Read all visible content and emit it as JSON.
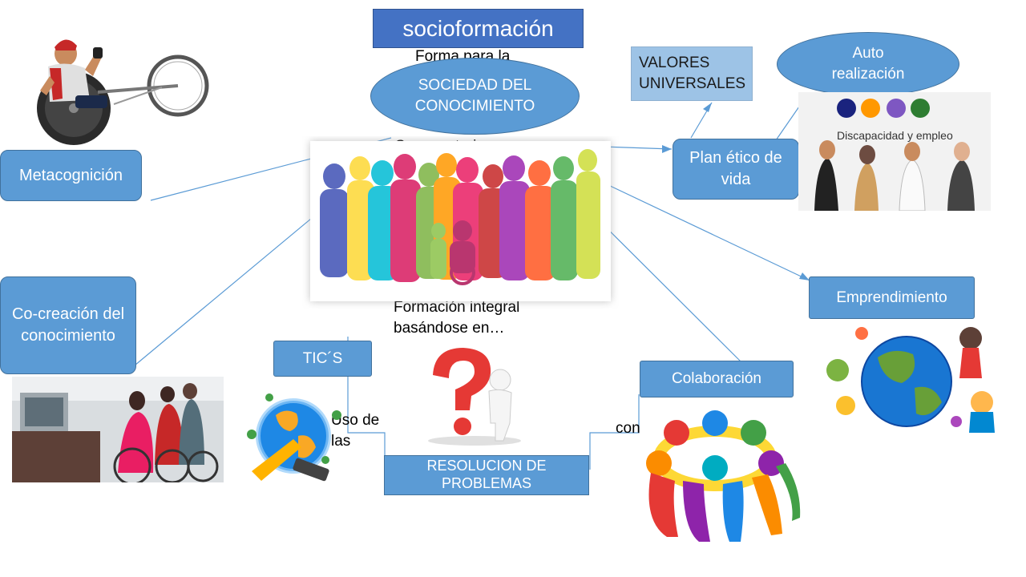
{
  "title": "socioformación",
  "forma_para": "Forma para la",
  "sociedad": "SOCIEDAD DEL CONOCIMIENTO",
  "caracteriza": "Se caracteriza por",
  "valores": "VALORES UNIVERSALES",
  "auto": "Auto realización",
  "plan": "Plan ético de vida",
  "metacognicion": "Metacognición",
  "cocreacion": "Co-creación del conocimiento",
  "formacion": "Formación integral basándose en…",
  "tics": "TIC´S",
  "uso": "Uso de las",
  "resolucion": "RESOLUCION DE PROBLEMAS",
  "con": "con",
  "colaboracion": "Colaboración",
  "emprendimiento": "Emprendimiento",
  "discapacidad": "Discapacidad y empleo",
  "colors": {
    "accent": "#5b9bd5",
    "title_bg": "#4472c4",
    "light_box": "#9dc3e6",
    "line": "#5b9bd5"
  }
}
